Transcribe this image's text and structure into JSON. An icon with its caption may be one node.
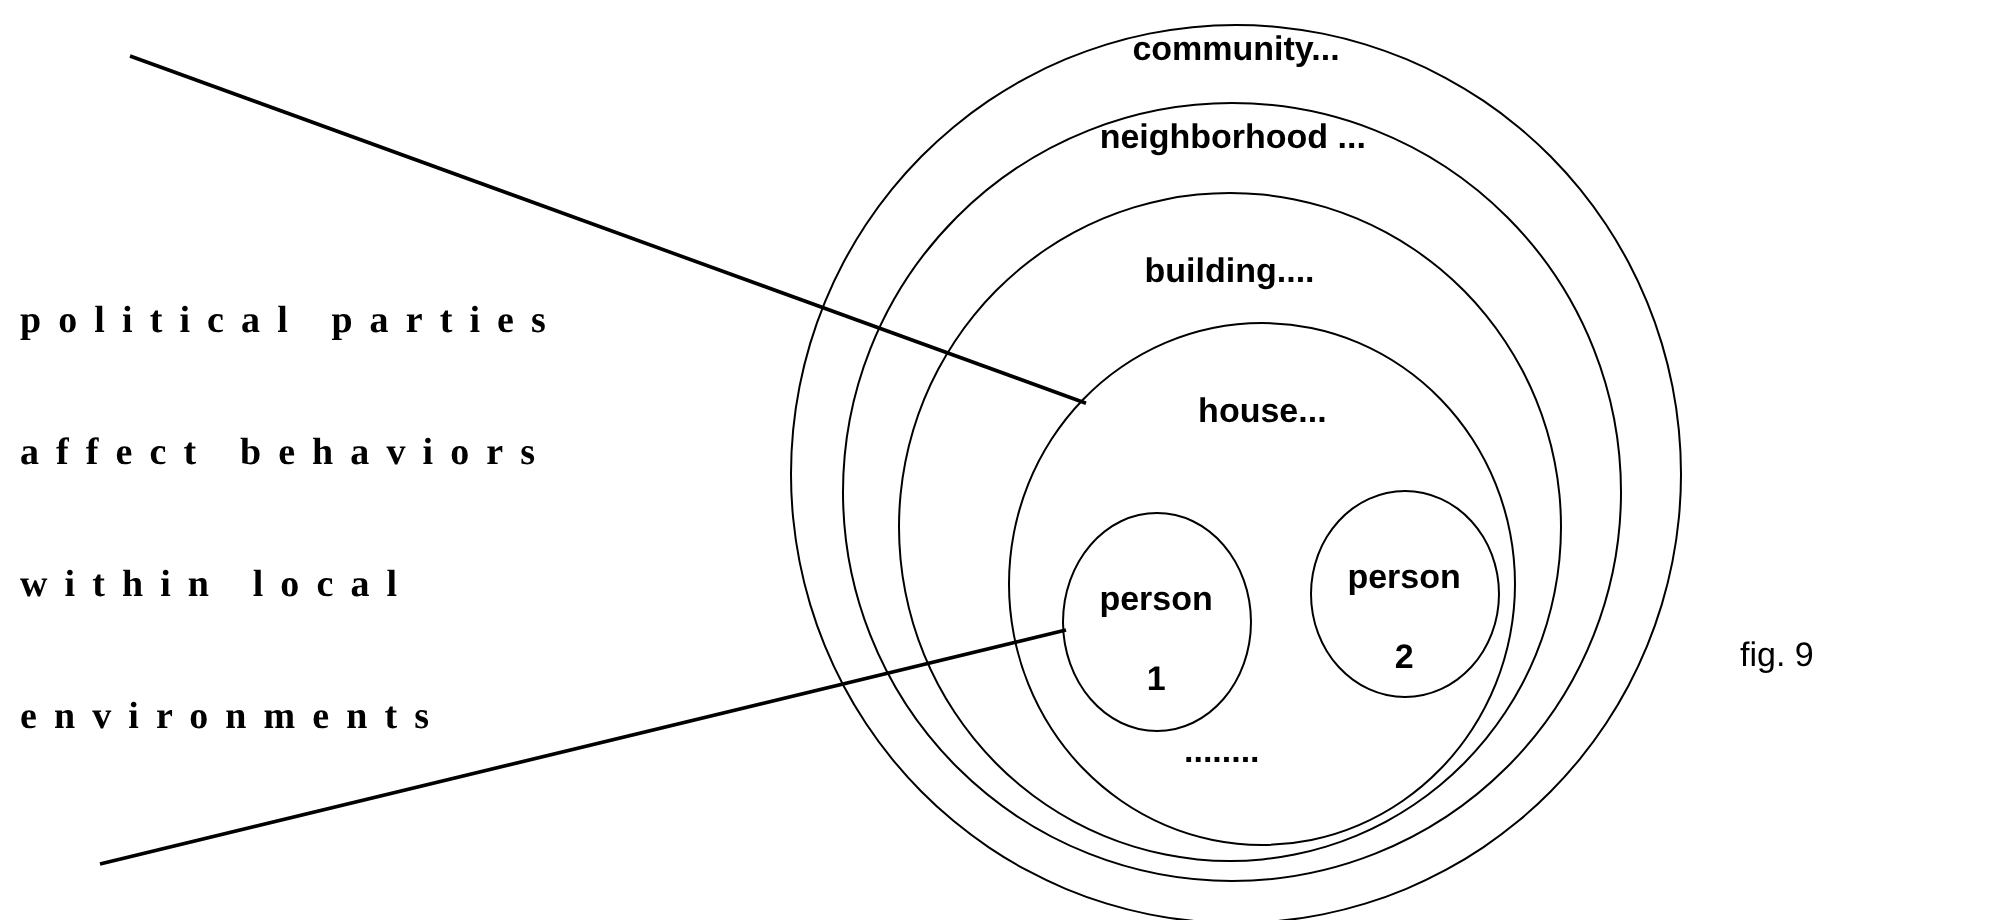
{
  "diagram": {
    "nodes": [
      {
        "text": [
          "community..."
        ]
      },
      {
        "text": [
          "neighborhood ..."
        ],
        "in": 0
      },
      {
        "text": [
          "building...."
        ],
        "in": 1
      },
      {
        "text": [
          "house..."
        ],
        "in": 2
      },
      {
        "text": [
          "person 1"
        ],
        "in": 3
      },
      {
        "text": [
          "person 2"
        ],
        "in": 3
      }
    ],
    "edges": [
      {
        "from": null,
        "to": 3,
        "arrow": "none"
      },
      {
        "from": null,
        "to": 4,
        "arrow": "none"
      }
    ],
    "labels": [
      "political parties affect behaviors within local environments",
      "........",
      "fig. 9"
    ]
  }
}
